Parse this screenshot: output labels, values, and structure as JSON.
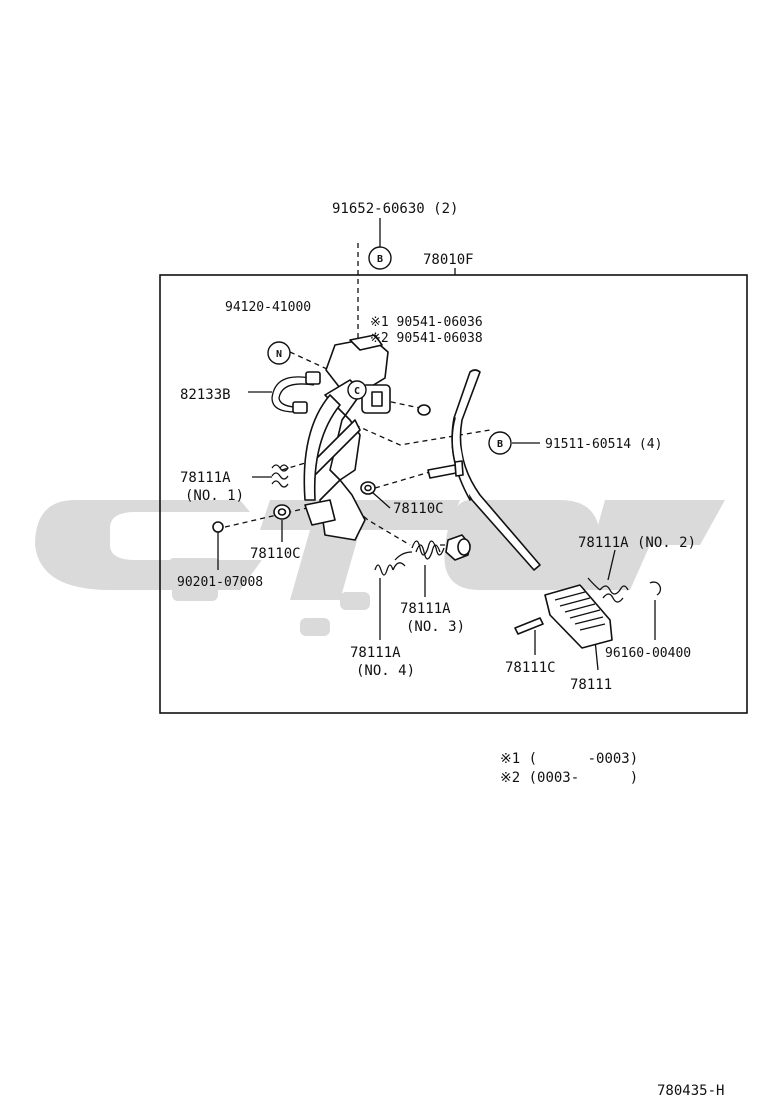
{
  "labels": {
    "p91652": "91652-60630 (2)",
    "p78010f": "78010F",
    "p94120": "94120-41000",
    "p90541a": "※1 90541-06036",
    "p90541b": "※2 90541-06038",
    "p82133b": "82133B",
    "p91511": "91511-60514 (4)",
    "p78111a_1": "78111A",
    "p78111a_1_no": "(NO. 1)",
    "p78110c_r": "78110C",
    "p78110c_l": "78110C",
    "p90201": "90201-07008",
    "p78111a_2": "78111A (NO. 2)",
    "p78111a_3": "78111A",
    "p78111a_3_no": "(NO. 3)",
    "p78111a_4": "78111A",
    "p78111a_4_no": "(NO. 4)",
    "p78111c": "78111C",
    "p96160": "96160-00400",
    "p78111": "78111"
  },
  "bubbles": {
    "b_top": "B",
    "b_right": "B",
    "n": "N",
    "c": "C"
  },
  "notes": {
    "n1": "※1 (      -0003)",
    "n2": "※2 (0003-      )"
  },
  "code": "780435-H"
}
